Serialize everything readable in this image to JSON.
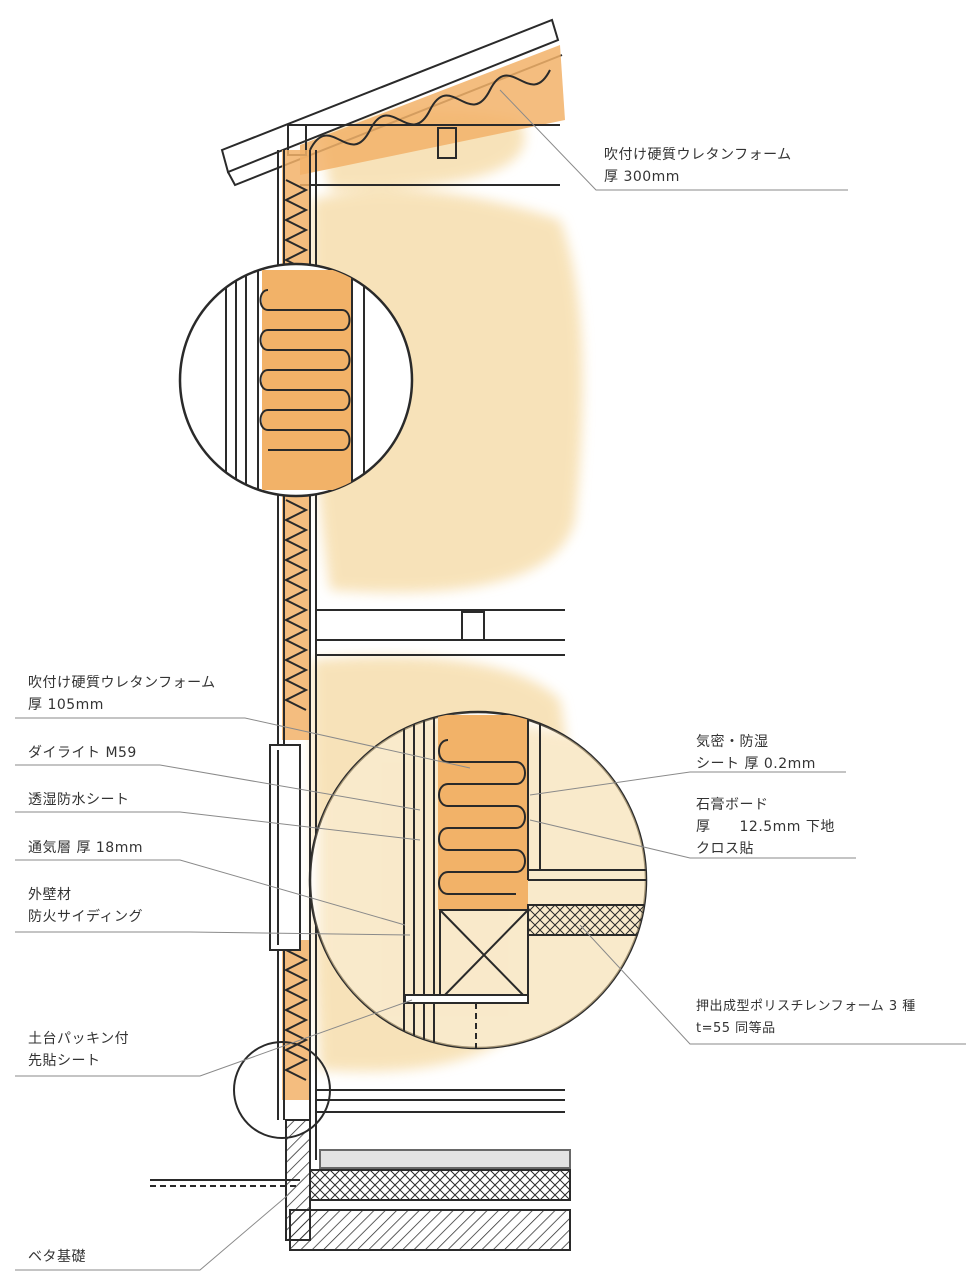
{
  "colors": {
    "insulation": "#f2b268",
    "wash": "#f6dca8",
    "pencil": "#2a2a2a",
    "leader": "#8a8a8a",
    "text": "#333333"
  },
  "labels": {
    "roof_foam": {
      "line1": "吹付け硬質ウレタンフォーム",
      "line2": "厚 300mm"
    },
    "wall_foam": {
      "line1": "吹付け硬質ウレタンフォーム",
      "line2": "厚 105mm"
    },
    "dailite": {
      "line1": "ダイライト M59"
    },
    "membrane": {
      "line1": "透湿防水シート"
    },
    "air_gap": {
      "line1": "通気層 厚 18mm"
    },
    "siding": {
      "line1": "外壁材",
      "line2": "防火サイディング"
    },
    "sill": {
      "line1": "土台パッキン付",
      "line2": "先貼シート"
    },
    "foundation": {
      "line1": "ベタ基礎"
    },
    "vapor": {
      "line1": "気密・防湿",
      "line2": "シート 厚 0.2mm"
    },
    "gypsum": {
      "line1": "石膏ボード",
      "line2": "厚　　12.5mm 下地",
      "line3": "クロス貼"
    },
    "xps": {
      "line1": "押出成型ポリスチレンフォーム 3 種",
      "line2": "t=55 同等品"
    }
  }
}
